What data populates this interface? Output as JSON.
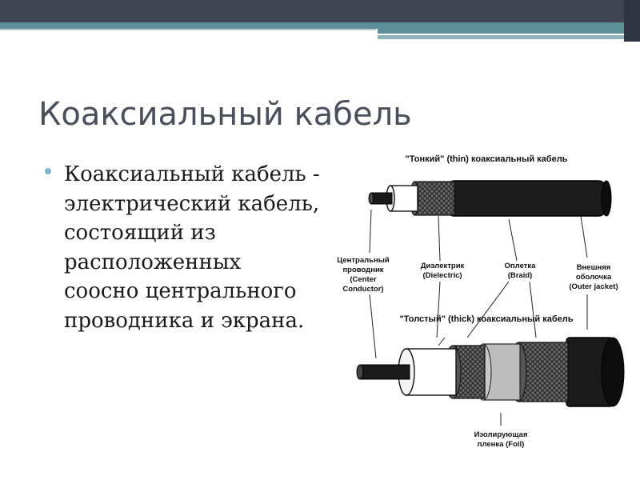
{
  "slide": {
    "title": "Коаксиальный кабель",
    "bullet": "Коаксиальный кабель - электрический кабель, состоящий из расположенных соосно центрального проводника и экрана."
  },
  "diagram": {
    "thin_title": "\"Тонкий\" (thin) коаксиальный кабель",
    "thick_title": "\"Толстый\" (thick) коаксиальный кабель",
    "center_conductor": [
      "Центральный",
      "проводник",
      "(Center",
      "Conductor)"
    ],
    "dielectric": [
      "Диэлектрик",
      "(Dielectric)"
    ],
    "braid": [
      "Оплетка",
      "(Braid)"
    ],
    "outer_jacket": [
      "Внешняя",
      "оболочка",
      "(Outer jacket)"
    ],
    "foil": [
      "Изолирующая",
      "пленка (Foil)"
    ]
  },
  "colors": {
    "title": "#4a4f5c",
    "bullet_marker": "#7fb6c8",
    "topbar_dark": "#3e4451",
    "topbar_teal": "#5c8f97"
  }
}
